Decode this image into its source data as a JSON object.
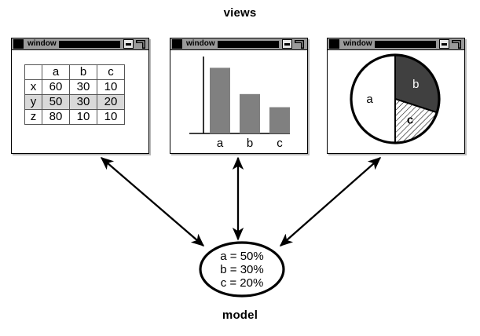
{
  "headings": {
    "views": "views",
    "model": "model"
  },
  "colors": {
    "titlebar": "#9a9a9a",
    "bar_fill": "#808080",
    "pie_b_fill": "#404040",
    "pie_a_fill": "#ffffff",
    "pie_c_fill": "#ffffff",
    "row_highlight": "#d9d9d9",
    "outline": "#000000",
    "window_shadow": "#b8b8b8"
  },
  "windows": [
    {
      "id": "table",
      "titlebar": {
        "title": "window",
        "minimize_label": "minimize",
        "maximize_label": "maximize",
        "system_menu_label": "system-menu"
      }
    },
    {
      "id": "bars",
      "titlebar": {
        "title": "window",
        "minimize_label": "minimize",
        "maximize_label": "maximize",
        "system_menu_label": "system-menu"
      }
    },
    {
      "id": "pie",
      "titlebar": {
        "title": "window",
        "minimize_label": "minimize",
        "maximize_label": "maximize",
        "system_menu_label": "system-menu"
      }
    }
  ],
  "table_view": {
    "corner": "",
    "columns": [
      "a",
      "b",
      "c"
    ],
    "rows": [
      {
        "label": "x",
        "values": [
          "60",
          "30",
          "10"
        ],
        "highlighted": false
      },
      {
        "label": "y",
        "values": [
          "50",
          "30",
          "20"
        ],
        "highlighted": true
      },
      {
        "label": "z",
        "values": [
          "80",
          "10",
          "10"
        ],
        "highlighted": false
      }
    ]
  },
  "model": {
    "lines": [
      "a = 50%",
      "b = 30%",
      "c = 20%"
    ],
    "caption": "model"
  },
  "connectors": [
    {
      "name": "table-model-link",
      "arrowheads": "both"
    },
    {
      "name": "bars-model-link",
      "arrowheads": "both"
    },
    {
      "name": "pie-model-link",
      "arrowheads": "both"
    }
  ],
  "chart_data": [
    {
      "id": "bar-chart-view",
      "type": "bar",
      "categories": [
        "a",
        "b",
        "c"
      ],
      "values": [
        50,
        30,
        20
      ],
      "title": "",
      "xlabel": "",
      "ylabel": "",
      "ylim": [
        0,
        55
      ],
      "grid": false,
      "legend": "none",
      "tick_labels": [
        "a",
        "b",
        "c"
      ],
      "series_color": "#808080"
    },
    {
      "id": "pie-chart-view",
      "type": "pie",
      "labels": [
        "a",
        "b",
        "c"
      ],
      "values": [
        50,
        30,
        20
      ],
      "slice_labels": [
        "a",
        "b",
        "c"
      ],
      "slice_styles": [
        "solid-white",
        "solid-dark",
        "hatched"
      ],
      "title": "",
      "legend": "none"
    },
    {
      "id": "data-table-view",
      "type": "table",
      "columns": [
        "",
        "a",
        "b",
        "c"
      ],
      "rows": [
        [
          "x",
          60,
          30,
          10
        ],
        [
          "y",
          50,
          30,
          20
        ],
        [
          "z",
          80,
          10,
          10
        ]
      ],
      "highlighted_row": "y"
    }
  ]
}
